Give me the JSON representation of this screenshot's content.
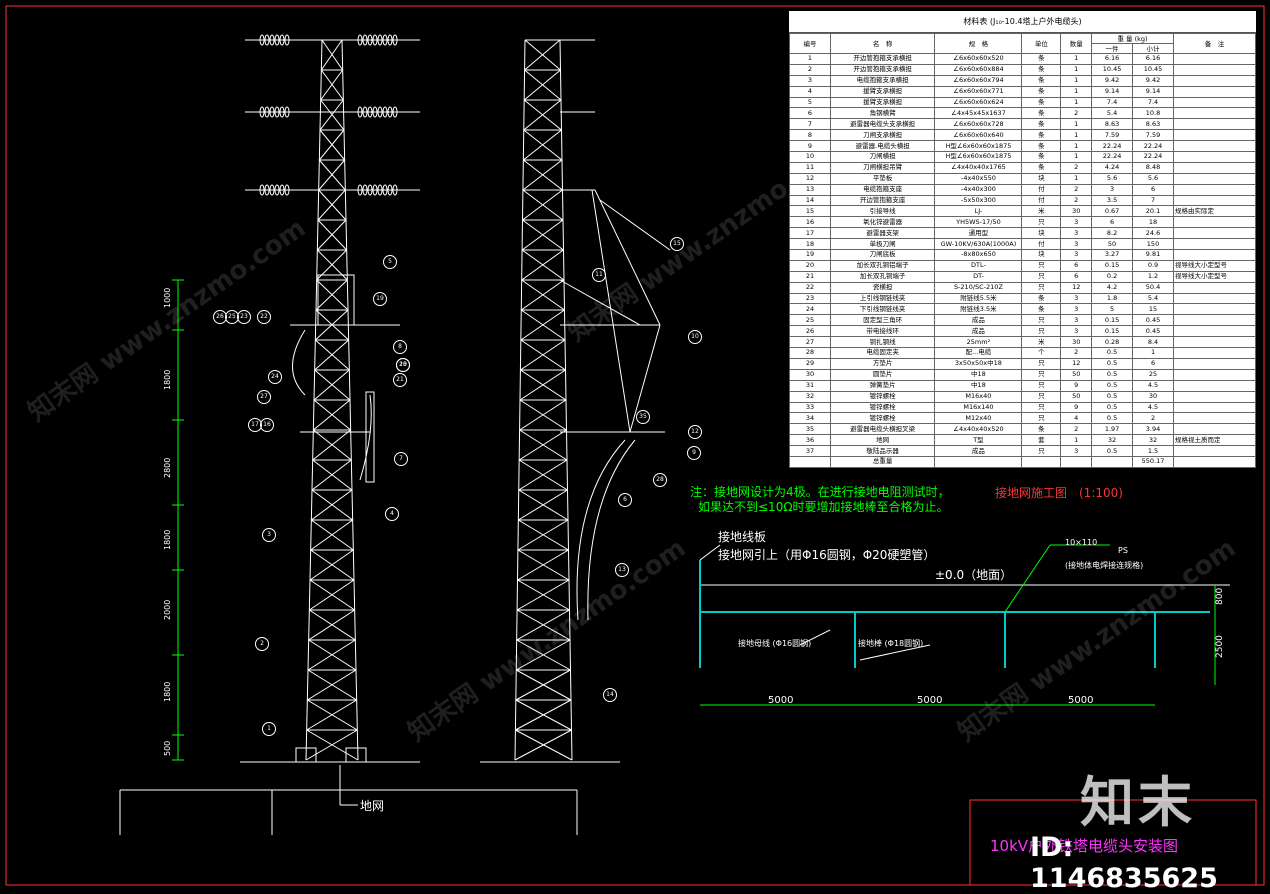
{
  "table": {
    "title": "材料表 (J₁₀-10.4塔上户外电缆头)",
    "headers": [
      "编号",
      "名　称",
      "规　格",
      "单位",
      "数量",
      "重 量 (kg)",
      "备　注"
    ],
    "weight_sub": [
      "一件",
      "小计"
    ],
    "rows": [
      [
        "1",
        "开边管抱箍支承横担",
        "∠6x60x60x520",
        "条",
        "1",
        "6.16",
        "6.16",
        ""
      ],
      [
        "2",
        "开边管抱箍支承横担",
        "∠6x60x60x884",
        "条",
        "1",
        "10.45",
        "10.45",
        ""
      ],
      [
        "3",
        "电缆抱箍支承横担",
        "∠6x60x60x794",
        "条",
        "1",
        "9.42",
        "9.42",
        ""
      ],
      [
        "4",
        "援臂支承横担",
        "∠6x60x60x771",
        "条",
        "1",
        "9.14",
        "9.14",
        ""
      ],
      [
        "5",
        "援臂支承横担",
        "∠6x60x60x624",
        "条",
        "1",
        "7.4",
        "7.4",
        ""
      ],
      [
        "6",
        "角钢横臂",
        "∠4x45x45x1637",
        "条",
        "2",
        "5.4",
        "10.8",
        ""
      ],
      [
        "7",
        "避雷器电缆头支承横担",
        "∠6x60x60x728",
        "条",
        "1",
        "8.63",
        "8.63",
        ""
      ],
      [
        "8",
        "刀闸支承横担",
        "∠6x60x60x640",
        "条",
        "1",
        "7.59",
        "7.59",
        ""
      ],
      [
        "9",
        "避雷器.电缆头横担",
        "H型∠6x60x60x1875",
        "条",
        "1",
        "22.24",
        "22.24",
        ""
      ],
      [
        "10",
        "刀闸横担",
        "H型∠6x60x60x1875",
        "条",
        "1",
        "22.24",
        "22.24",
        ""
      ],
      [
        "11",
        "刀闸横担吊臂",
        "∠4x40x40x1765",
        "条",
        "2",
        "4.24",
        "8.48",
        ""
      ],
      [
        "12",
        "平垫板",
        "-4x40x550",
        "块",
        "1",
        "5.6",
        "5.6",
        ""
      ],
      [
        "13",
        "电缆抱箍支座",
        "-4x40x300",
        "付",
        "2",
        "3",
        "6",
        ""
      ],
      [
        "14",
        "开边管抱箍支座",
        "-5x50x300",
        "付",
        "2",
        "3.5",
        "7",
        ""
      ],
      [
        "15",
        "引接导线",
        "LJ-",
        "米",
        "30",
        "0.67",
        "20.1",
        "规格由实际定"
      ],
      [
        "16",
        "氧化锌避雷器",
        "YH5WS-17/50",
        "只",
        "3",
        "6",
        "18",
        ""
      ],
      [
        "17",
        "避雷器支架",
        "通用型",
        "块",
        "3",
        "8.2",
        "24.6",
        ""
      ],
      [
        "18",
        "单极刀闸",
        "GW-10KV/630A(1000A)",
        "付",
        "3",
        "50",
        "150",
        ""
      ],
      [
        "19",
        "刀闸底板",
        "-8x80x650",
        "块",
        "3",
        "3.27",
        "9.81",
        ""
      ],
      [
        "20",
        "加长双孔铜铝端子",
        "DTL-",
        "只",
        "6",
        "0.15",
        "0.9",
        "视导线大小定型号"
      ],
      [
        "21",
        "加长双孔铜端子",
        "DT-",
        "只",
        "6",
        "0.2",
        "1.2",
        "视导线大小定型号"
      ],
      [
        "22",
        "瓷横担",
        "S-210/SC-210Z",
        "只",
        "12",
        "4.2",
        "50.4",
        ""
      ],
      [
        "23",
        "上引线钢链线夹",
        "附链线5.5米",
        "条",
        "3",
        "1.8",
        "5.4",
        ""
      ],
      [
        "24",
        "下引线钢链线夹",
        "附链线3.5米",
        "条",
        "3",
        "5",
        "15",
        ""
      ],
      [
        "25",
        "固定型三角环",
        "成品",
        "只",
        "3",
        "0.15",
        "0.45",
        ""
      ],
      [
        "26",
        "带电接线环",
        "成品",
        "只",
        "3",
        "0.15",
        "0.45",
        ""
      ],
      [
        "27",
        "铜扎钢线",
        "25mm²",
        "米",
        "30",
        "0.28",
        "8.4",
        ""
      ],
      [
        "28",
        "电缆固定夹",
        "配...电缆",
        "个",
        "2",
        "0.5",
        "1",
        ""
      ],
      [
        "29",
        "方垫片",
        "3x50x50x中18",
        "只",
        "12",
        "0.5",
        "6",
        ""
      ],
      [
        "30",
        "圆垫片",
        "中18",
        "只",
        "50",
        "0.5",
        "25",
        ""
      ],
      [
        "31",
        "弹簧垫片",
        "中18",
        "只",
        "9",
        "0.5",
        "4.5",
        ""
      ],
      [
        "32",
        "镀锌螺栓",
        "M16x40",
        "只",
        "50",
        "0.5",
        "30",
        ""
      ],
      [
        "33",
        "镀锌螺栓",
        "M16x140",
        "只",
        "9",
        "0.5",
        "4.5",
        ""
      ],
      [
        "34",
        "镀锌螺栓",
        "M12x40",
        "只",
        "4",
        "0.5",
        "2",
        ""
      ],
      [
        "35",
        "避雷器电缆头横担叉梁",
        "∠4x40x40x520",
        "条",
        "2",
        "1.97",
        "3.94",
        ""
      ],
      [
        "36",
        "地网",
        "T型",
        "套",
        "1",
        "32",
        "32",
        "规格视土质而定"
      ],
      [
        "37",
        "敬陆品示器",
        "成品",
        "只",
        "3",
        "0.5",
        "1.5",
        ""
      ],
      [
        "",
        "总重量",
        "",
        "",
        "",
        "",
        "550.17",
        ""
      ]
    ]
  },
  "note": {
    "line1": "注：接地网设计为4极。在进行接地电阻测试时，",
    "line2": "如果达不到≤10Ω时要增加接地棒至合格为止。"
  },
  "grounding": {
    "title": "接地网施工图　(1:100)",
    "board": "接地线板",
    "leadup": "接地网引上（用Φ16圆钢，Φ20硬塑管）",
    "ground_level": "±0.0（地面）",
    "flat_steel": "10×110",
    "weld_note": "(接地体电焊接连规格)",
    "ps": "PS",
    "mother_line": "接地母线 (Φ16圆钢)",
    "rod": "接地棒 (Φ18圆钢)",
    "dims": [
      "5000",
      "5000",
      "5000"
    ],
    "vdims": [
      "800",
      "2500"
    ]
  },
  "tower": {
    "ground_label": "地网",
    "heights": [
      "1000",
      "1800",
      "2800",
      "1800",
      "2000",
      "1800",
      "500"
    ],
    "callouts_left": [
      "5",
      "19",
      "26",
      "25",
      "23",
      "22",
      "8",
      "18",
      "21",
      "20",
      "24",
      "27",
      "17",
      "16",
      "7",
      "4",
      "3",
      "2",
      "1"
    ],
    "callouts_right": [
      "15",
      "11",
      "10",
      "12",
      "9",
      "28",
      "6",
      "13",
      "14",
      "35"
    ]
  },
  "title_block": {
    "title": "10kV户外铁塔电缆头安装图"
  },
  "brand": {
    "logo": "知末",
    "id": "ID: 1146835625",
    "watermark": "知末网 www.znzmo.com"
  }
}
